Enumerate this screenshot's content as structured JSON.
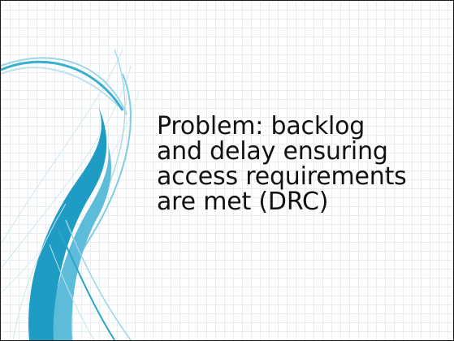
{
  "slide": {
    "title_lines": [
      "Problem: backlog",
      "and delay ensuring",
      "access requirements",
      "are met (DRC)"
    ]
  },
  "colors": {
    "accent_teal": "#1f9cc4",
    "accent_light": "#8fd0e6",
    "grid": "#e8eef0",
    "text": "#111111"
  }
}
